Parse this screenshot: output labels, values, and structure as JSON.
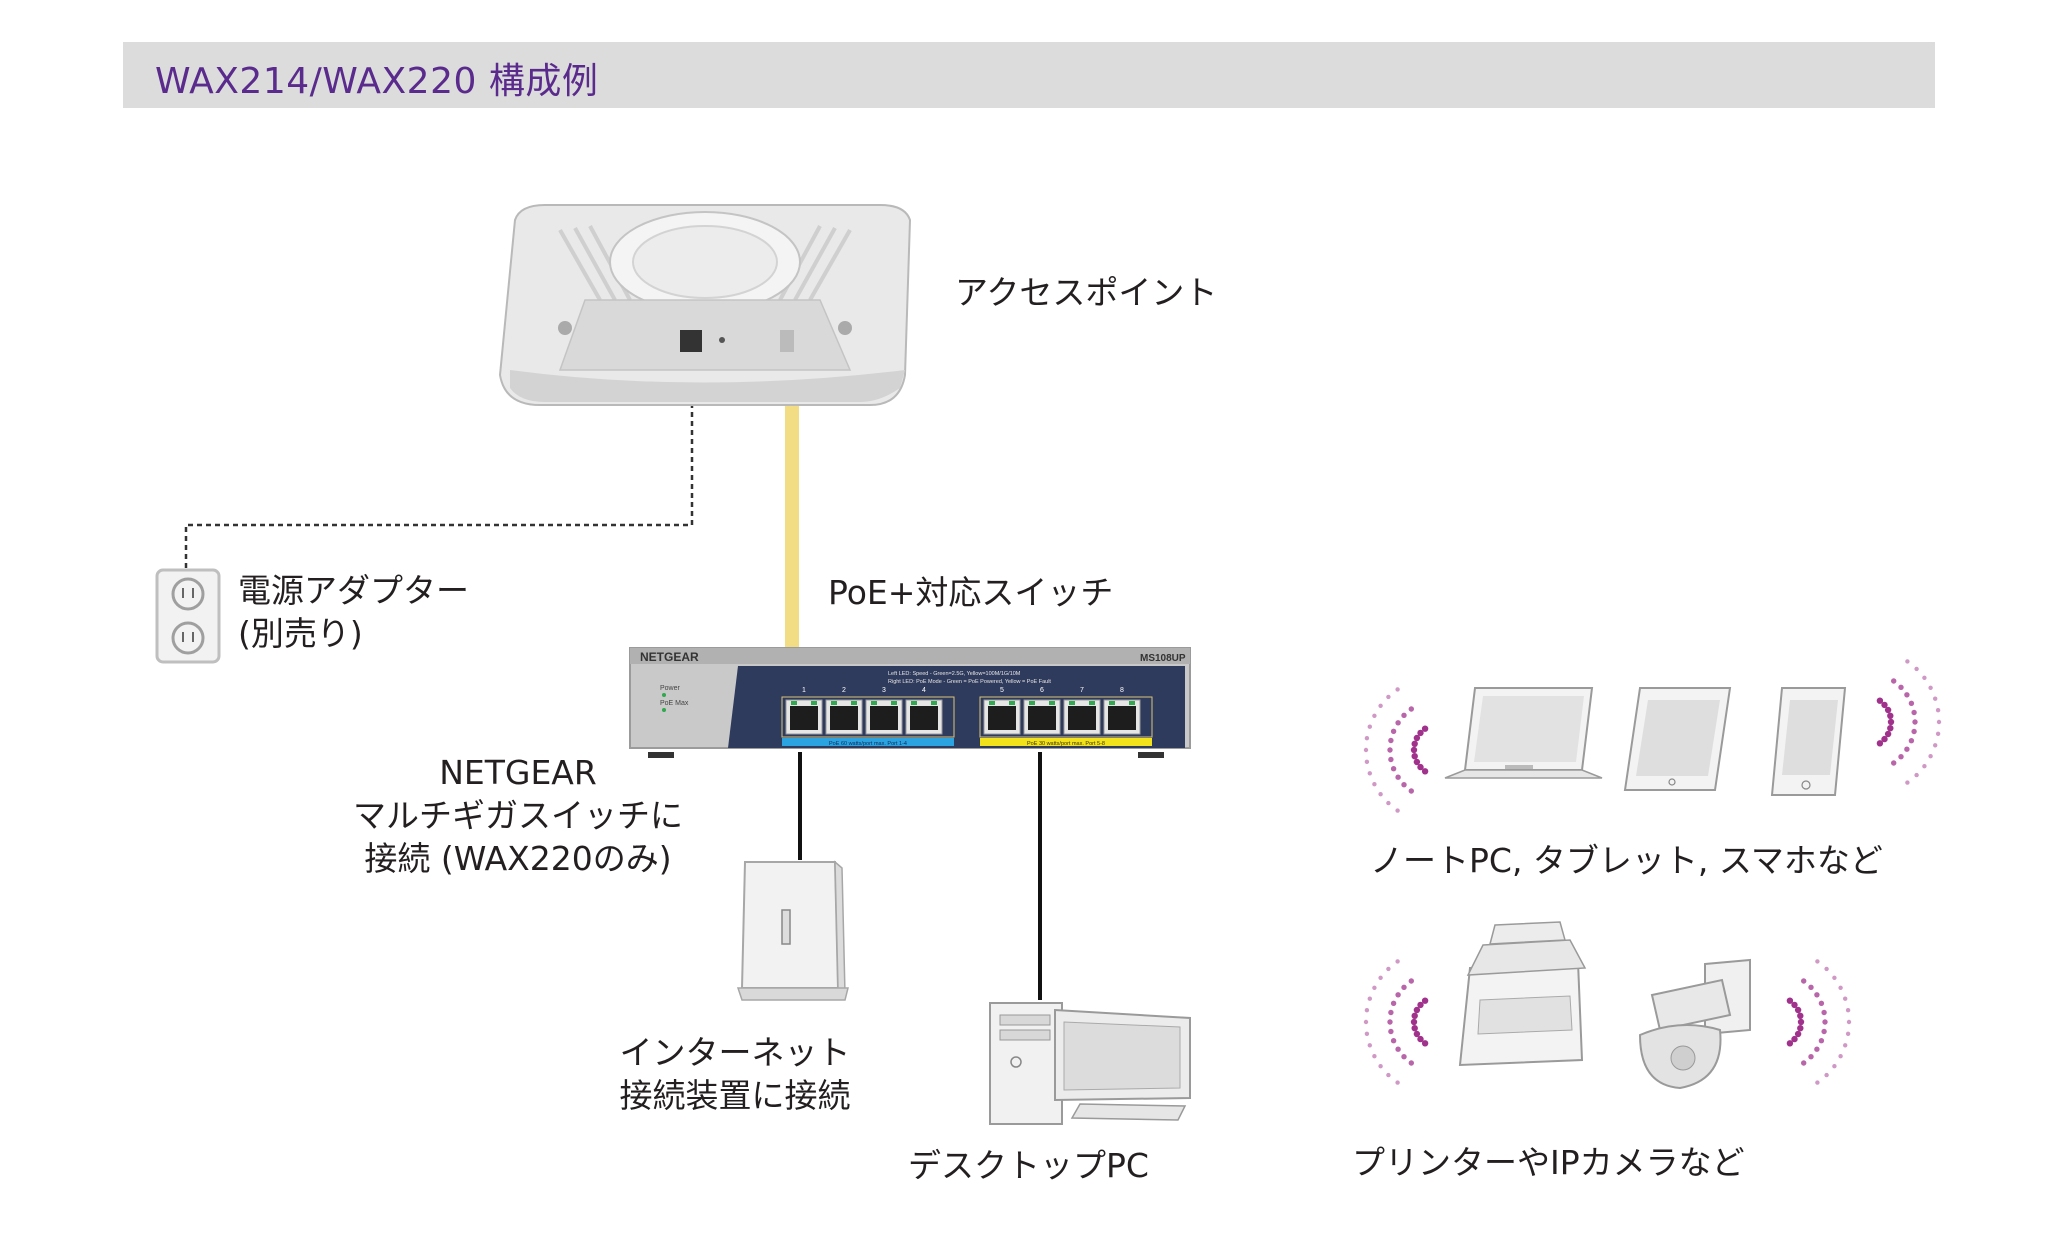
{
  "header": {
    "title": "WAX214/WAX220 構成例"
  },
  "labels": {
    "access_point": "アクセスポイント",
    "power_adapter_line1": "電源アダプター",
    "power_adapter_line2": "(別売り)",
    "poe_switch": "PoE+対応スイッチ",
    "multigig_line1": "NETGEAR",
    "multigig_line2": "マルチギガスイッチに",
    "multigig_line3": "接続 (WAX220のみ)",
    "internet_line1": "インターネット",
    "internet_line2": "接続装置に接続",
    "desktop_pc": "デスクトップPC",
    "wireless_devices": "ノートPC, タブレット, スマホなど",
    "printer_camera": "プリンターやIPカメラなど"
  },
  "switch": {
    "brand": "NETGEAR",
    "model": "MS108UP",
    "power_led": "Power",
    "poe_led": "PoE Max",
    "port_numbers": [
      "1",
      "2",
      "3",
      "4",
      "5",
      "6",
      "7",
      "8"
    ],
    "legend_line1": "Left LED: Speed - Green=2.5G, Yellow=100M/1G/10M",
    "legend_line2": "Right LED: PoE Mode - Green = PoE Powered, Yellow = PoE Fault",
    "bar_left": "PoE 60 watts/port max. Port 1-4",
    "bar_right": "PoE 30 watts/port max. Port 5-8"
  },
  "colors": {
    "title": "#5a2a8c",
    "banner": "#dcdcdc",
    "poe_cable": "#f2dd84",
    "wifi_arcs": "#a0328c",
    "switch_panel": "#2f3b5c",
    "port_bar_left": "#2aa3e0",
    "port_bar_right": "#f2e21b"
  }
}
